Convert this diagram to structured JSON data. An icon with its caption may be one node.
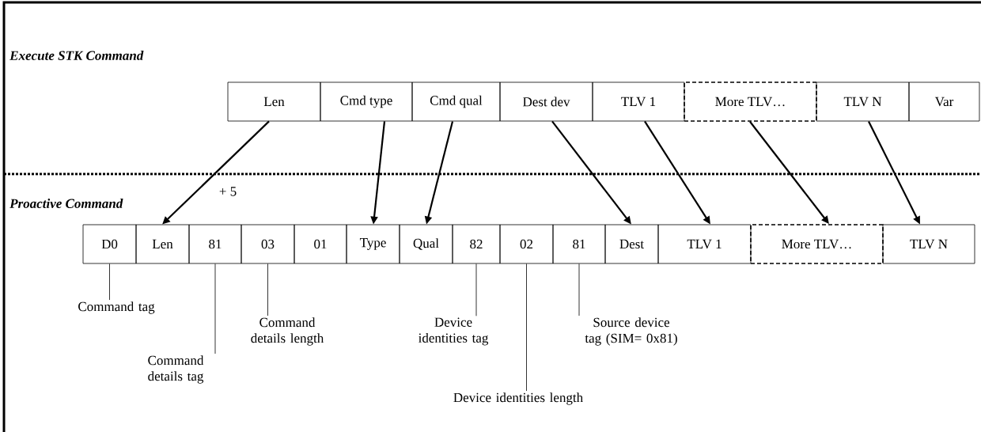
{
  "diagram": {
    "nodes": [
      {
        "text": [
          "Len"
        ]
      },
      {
        "text": [
          "Cmd type"
        ]
      },
      {
        "text": [
          "Cmd qual"
        ]
      },
      {
        "text": [
          "Dest dev"
        ]
      },
      {
        "text": [
          "TLV 1"
        ]
      },
      {
        "text": [
          "More TLV…"
        ]
      },
      {
        "text": [
          "TLV N"
        ]
      },
      {
        "text": [
          "Var"
        ]
      },
      {
        "text": [
          "D0"
        ]
      },
      {
        "text": [
          "Len"
        ]
      },
      {
        "text": [
          "81"
        ]
      },
      {
        "text": [
          "03"
        ]
      },
      {
        "text": [
          "01"
        ]
      },
      {
        "text": [
          "Type"
        ]
      },
      {
        "text": [
          "Qual"
        ]
      },
      {
        "text": [
          "82"
        ]
      },
      {
        "text": [
          "02"
        ]
      },
      {
        "text": [
          "81"
        ]
      },
      {
        "text": [
          "Dest"
        ]
      },
      {
        "text": [
          "TLV 1"
        ]
      },
      {
        "text": [
          "More TLV…"
        ]
      },
      {
        "text": [
          "TLV N"
        ]
      },
      {
        "text": [
          "Command tag"
        ]
      },
      {
        "text": [
          "Command details tag"
        ]
      },
      {
        "text": [
          "Command details length"
        ]
      },
      {
        "text": [
          "Device identities tag"
        ]
      },
      {
        "text": [
          "Device identities length"
        ]
      },
      {
        "text": [
          "Source device tag (SIM= 0x81)"
        ]
      }
    ],
    "edges": [
      {
        "from": 0,
        "to": 9,
        "arrow": "to",
        "label": "+ 5"
      },
      {
        "from": 1,
        "to": 13,
        "arrow": "to"
      },
      {
        "from": 2,
        "to": 14,
        "arrow": "to"
      },
      {
        "from": 3,
        "to": 18,
        "arrow": "to"
      },
      {
        "from": 4,
        "to": 19,
        "arrow": "to"
      },
      {
        "from": 5,
        "to": 20,
        "arrow": "to"
      },
      {
        "from": 6,
        "to": 21,
        "arrow": "to"
      },
      {
        "from": 22,
        "to": 8,
        "arrow": "none"
      },
      {
        "from": 23,
        "to": 10,
        "arrow": "none"
      },
      {
        "from": 24,
        "to": 11,
        "arrow": "none"
      },
      {
        "from": 25,
        "to": 15,
        "arrow": "none"
      },
      {
        "from": 26,
        "to": 16,
        "arrow": "none"
      },
      {
        "from": 27,
        "to": 17,
        "arrow": "none"
      }
    ],
    "labels": [
      "Execute STK Command",
      "Proactive Command"
    ]
  }
}
